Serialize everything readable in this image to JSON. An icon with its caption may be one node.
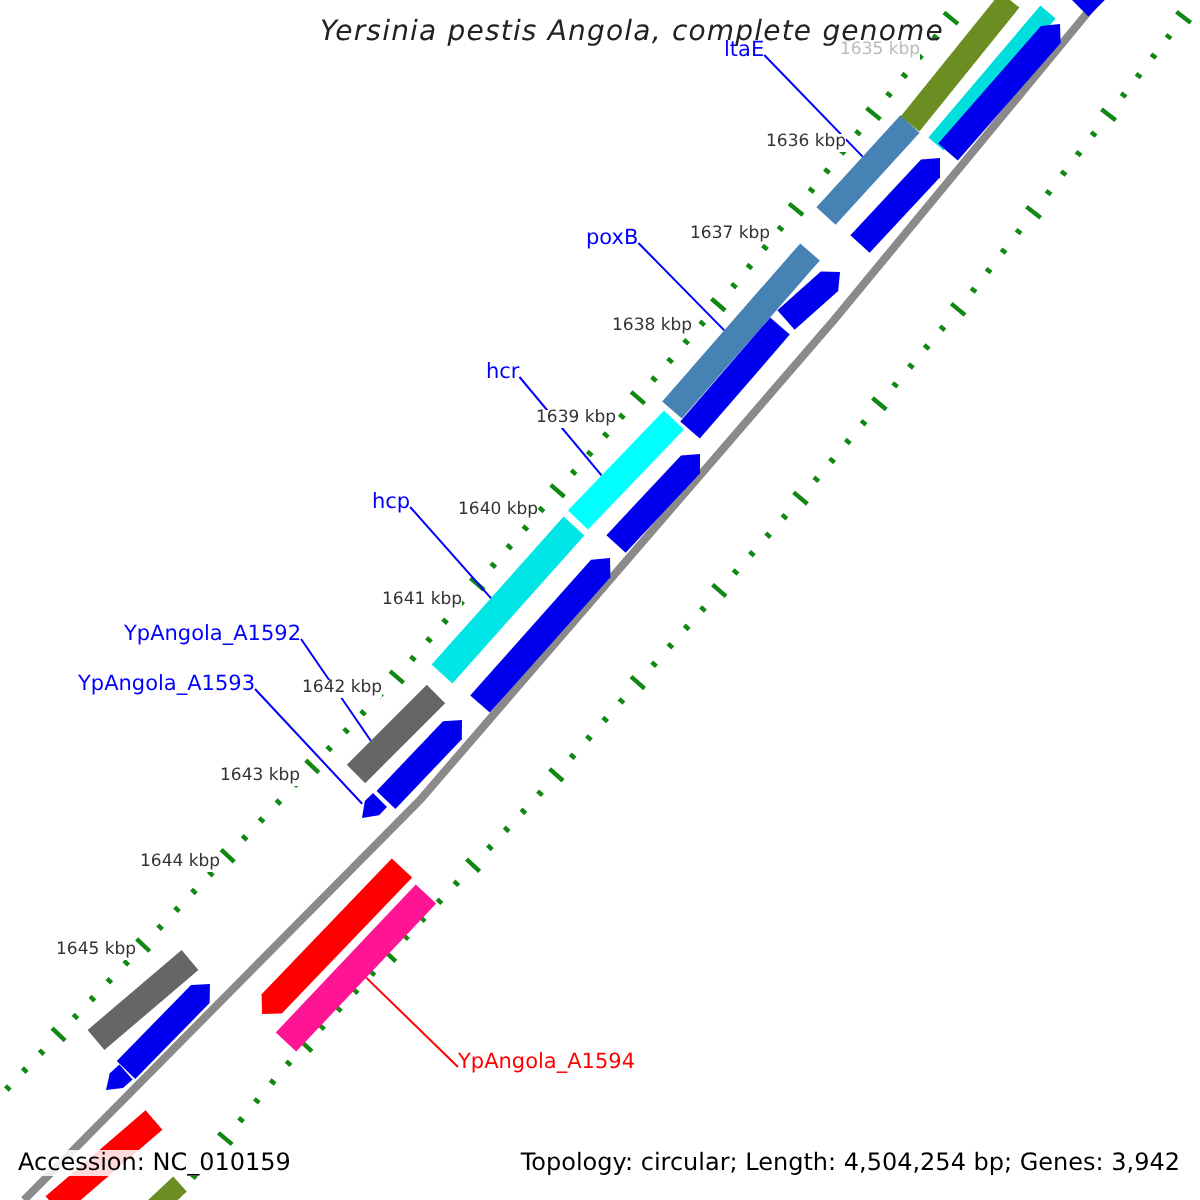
{
  "diagram": {
    "title": "Yersinia pestis Angola, complete genome",
    "nodes": [
      {
        "text": [
          "ltaE"
        ]
      },
      {
        "text": [],
        "shape": "bar"
      },
      {
        "text": [
          "poxB"
        ]
      },
      {
        "text": [],
        "shape": "bar"
      },
      {
        "text": [
          "hcr"
        ]
      },
      {
        "text": [],
        "shape": "bar"
      },
      {
        "text": [
          "hcp"
        ]
      },
      {
        "text": [],
        "shape": "bar"
      },
      {
        "text": [
          "YpAngola_A1592"
        ]
      },
      {
        "text": [],
        "shape": "bar"
      },
      {
        "text": [
          "YpAngola_A1593"
        ]
      },
      {
        "text": [],
        "shape": "bar"
      },
      {
        "text": [
          "YpAngola_A1594"
        ]
      },
      {
        "text": [],
        "shape": "bar"
      },
      {
        "text": [],
        "shape": "bar"
      },
      {
        "text": [],
        "shape": "bar"
      },
      {
        "text": [],
        "shape": "bar"
      },
      {
        "text": [],
        "shape": "bar"
      },
      {
        "text": [],
        "shape": "bar"
      },
      {
        "text": [],
        "shape": "bar"
      },
      {
        "text": [],
        "shape": "bar"
      },
      {
        "text": [],
        "shape": "bar"
      },
      {
        "text": [],
        "shape": "bar"
      },
      {
        "text": [],
        "shape": "bar"
      },
      {
        "text": [],
        "shape": "bar"
      },
      {
        "text": [],
        "shape": "bar"
      },
      {
        "text": [],
        "shape": "bar"
      },
      {
        "text": [],
        "shape": "bar"
      },
      {
        "text": [],
        "shape": "bar"
      },
      {
        "text": [],
        "shape": "bar"
      }
    ],
    "edges": [
      {
        "from": 0,
        "to": 1,
        "arrow": "none"
      },
      {
        "from": 2,
        "to": 3,
        "arrow": "none"
      },
      {
        "from": 4,
        "to": 5,
        "arrow": "none"
      },
      {
        "from": 6,
        "to": 7,
        "arrow": "none"
      },
      {
        "from": 8,
        "to": 9,
        "arrow": "none"
      },
      {
        "from": 10,
        "to": 11,
        "arrow": "none"
      },
      {
        "from": 12,
        "to": 13,
        "arrow": "none",
        "color": "#ff0000"
      }
    ],
    "labels": [
      "1635 kbp",
      "1636 kbp",
      "1637 kbp",
      "1638 kbp",
      "1639 kbp",
      "1640 kbp",
      "1641 kbp",
      "1642 kbp",
      "1643 kbp",
      "1644 kbp",
      "1645 kbp",
      "Accession: NC_010159",
      "Topology: circular; Length: 4,504,254 bp; Genes: 3,942"
    ]
  }
}
